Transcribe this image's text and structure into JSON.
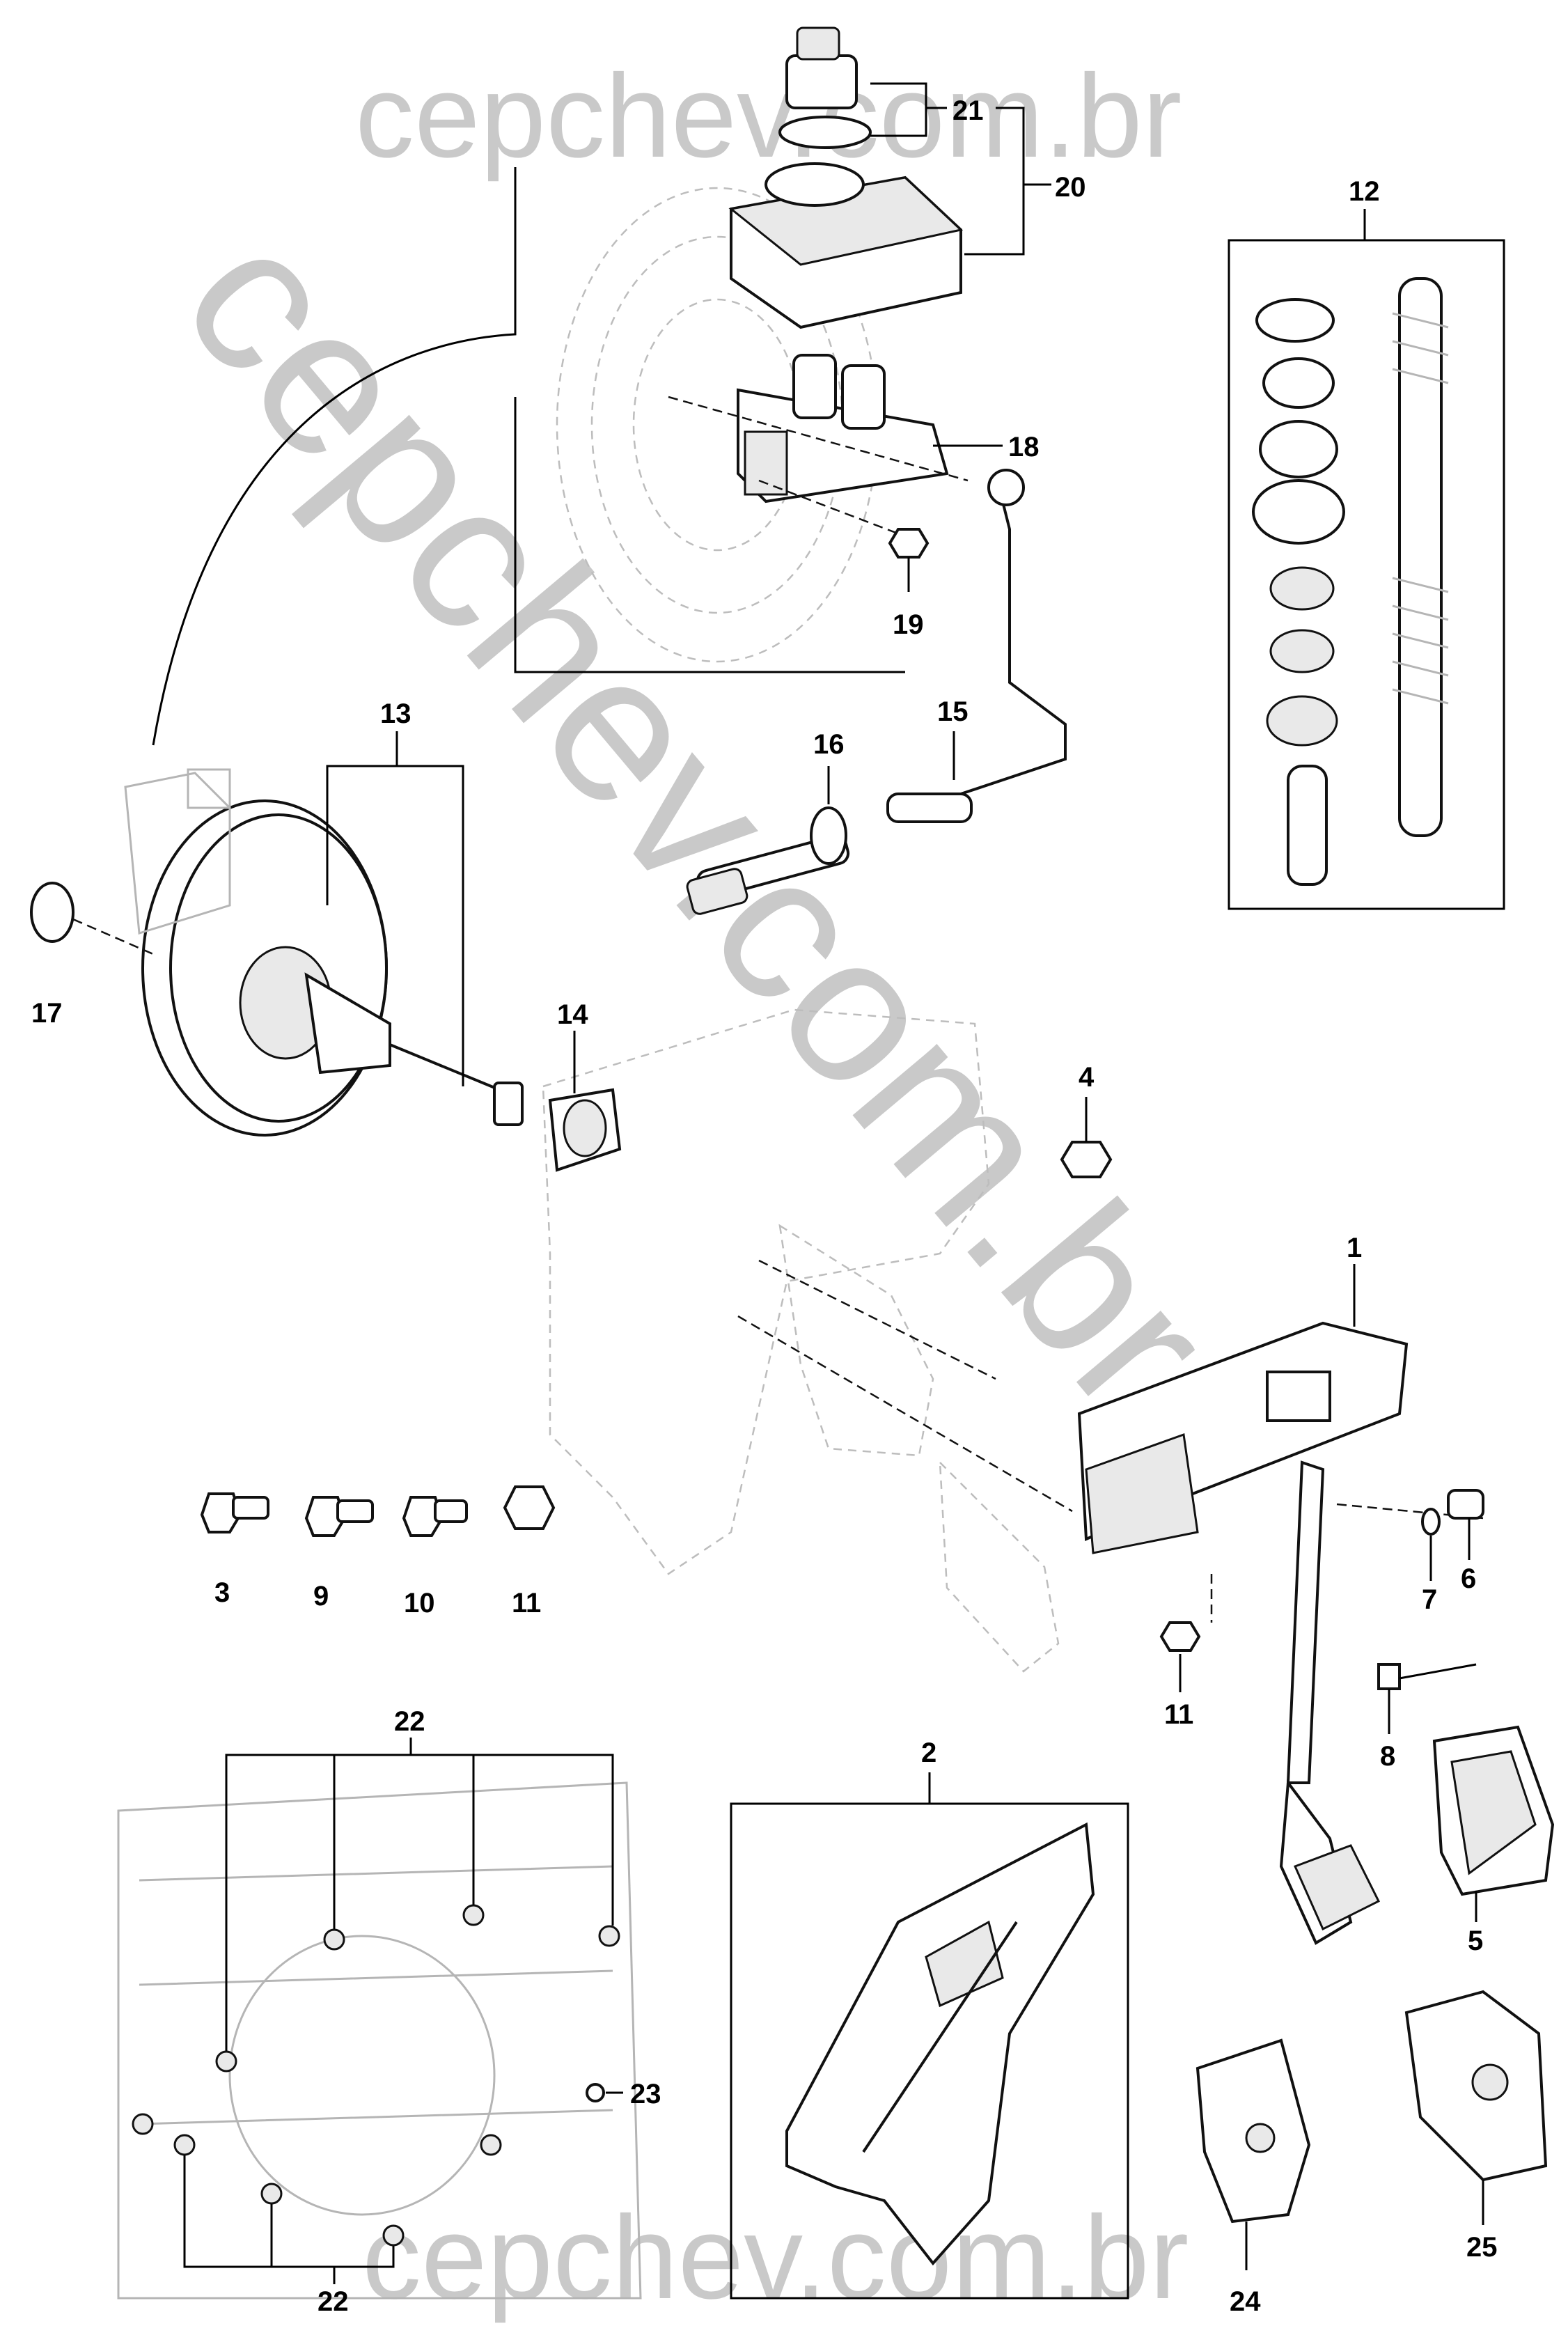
{
  "watermark": {
    "top": "cepchev.com.br",
    "diagonal": "cepchev.com.br",
    "bottom": "cepchev.com.br"
  },
  "callouts": {
    "c1": "1",
    "c2": "2",
    "c3": "3",
    "c4": "4",
    "c5": "5",
    "c6": "6",
    "c7": "7",
    "c8": "8",
    "c9": "9",
    "c10": "10",
    "c11a": "11",
    "c11b": "11",
    "c12": "12",
    "c13": "13",
    "c14": "14",
    "c15": "15",
    "c16": "16",
    "c17": "17",
    "c18": "18",
    "c19": "19",
    "c20": "20",
    "c21": "21",
    "c22a": "22",
    "c22b": "22",
    "c23": "23",
    "c24": "24",
    "c25": "25"
  }
}
